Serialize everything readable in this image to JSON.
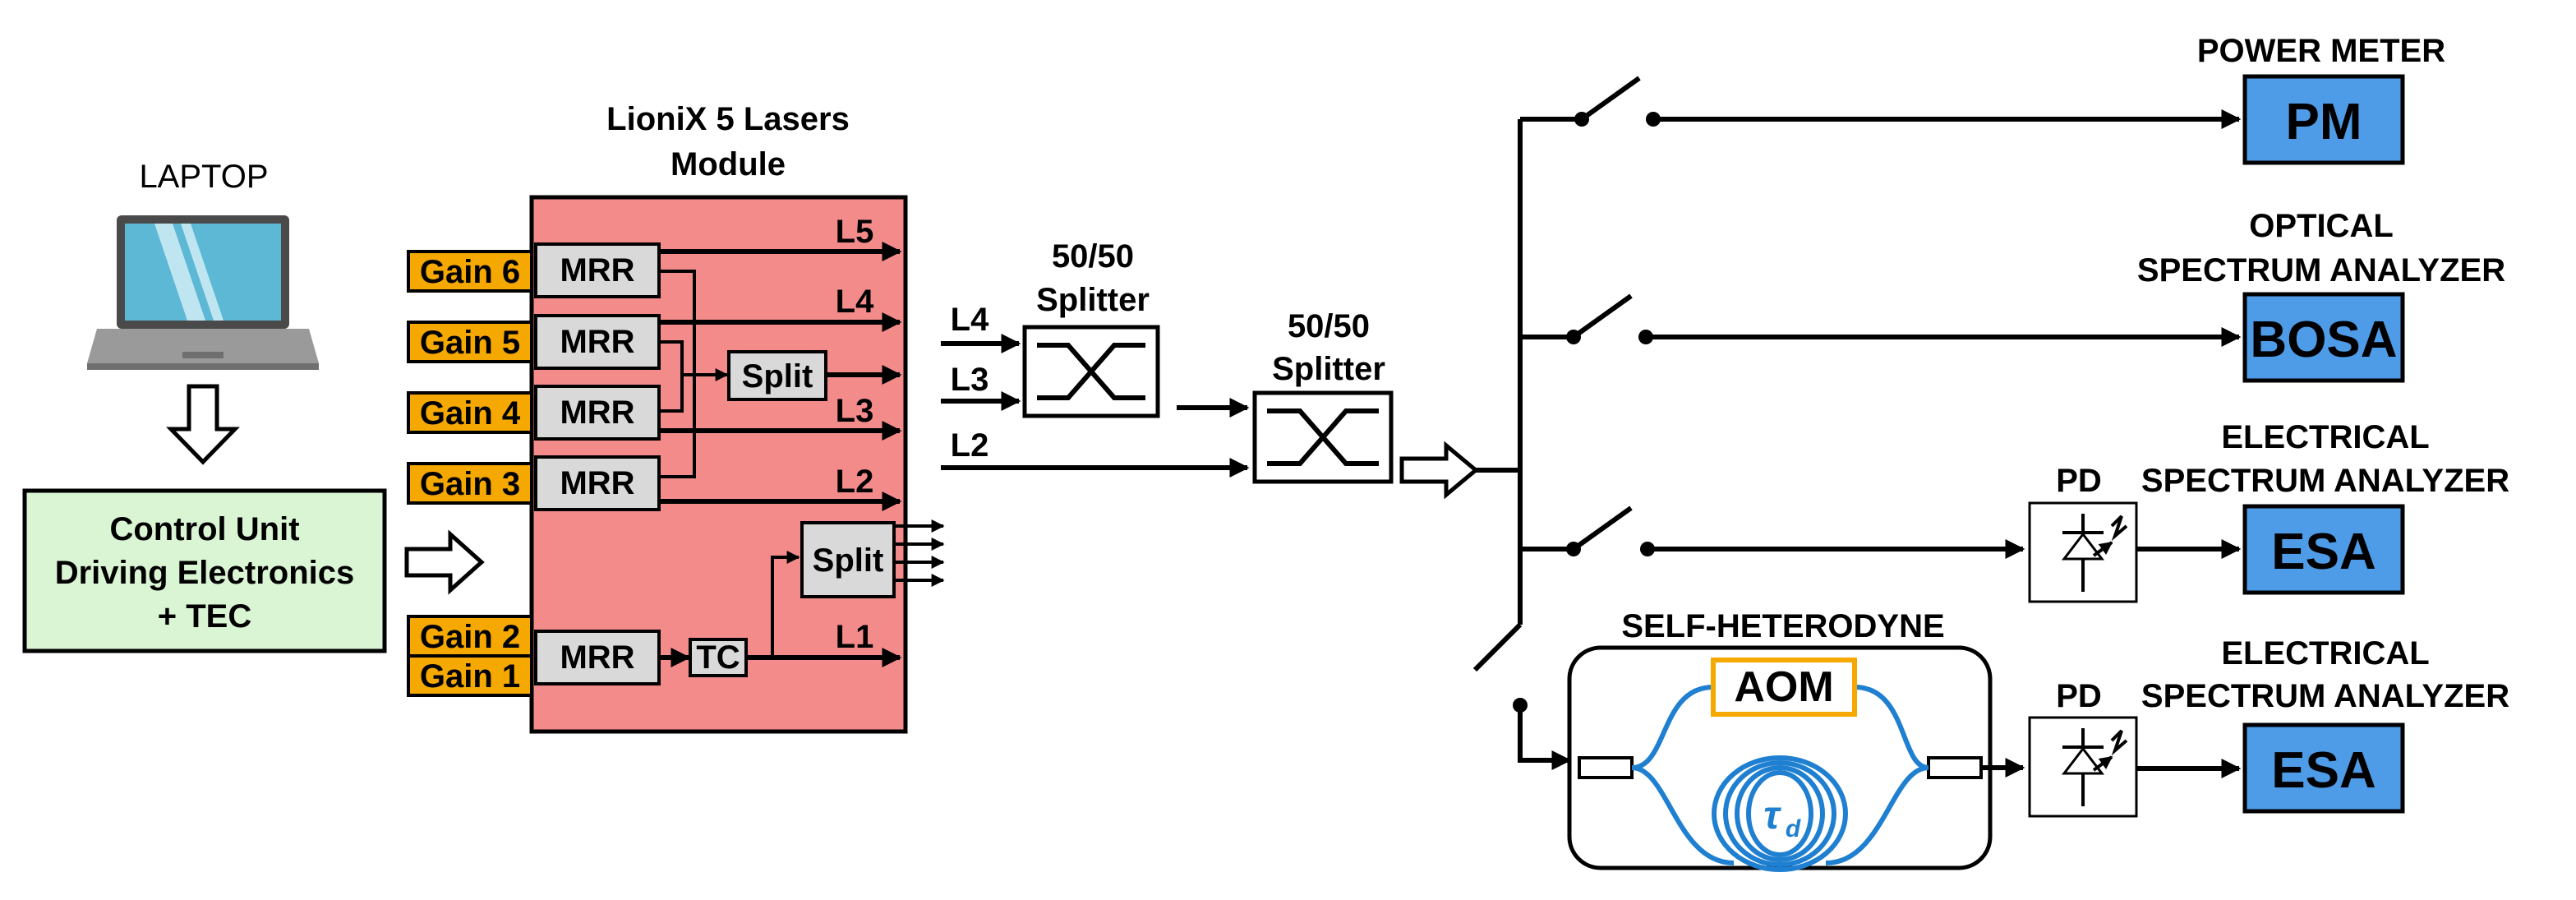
{
  "laptop": {
    "label": "LAPTOP"
  },
  "control_unit": {
    "lines": [
      "Control Unit",
      "Driving Electronics",
      "+ TEC"
    ]
  },
  "module": {
    "title_line1": "LioniX 5 Lasers",
    "title_line2": "Module"
  },
  "gains": [
    "Gain 6",
    "Gain 5",
    "Gain 4",
    "Gain 3",
    "Gain 2",
    "Gain 1"
  ],
  "mrr_label": "MRR",
  "split_label": "Split",
  "tc_label": "TC",
  "outputs": [
    "L5",
    "L4",
    "L3",
    "L2",
    "L1"
  ],
  "splitter1": {
    "title_line1": "50/50",
    "title_line2": "Splitter",
    "inputs": [
      "L4",
      "L3"
    ]
  },
  "splitter2": {
    "title_line1": "50/50",
    "title_line2": "Splitter",
    "input": "L2"
  },
  "instruments": {
    "pm": {
      "title": "POWER METER",
      "label": "PM"
    },
    "osa": {
      "title_line1": "OPTICAL",
      "title_line2": "SPECTRUM ANALYZER",
      "label": "BOSA"
    },
    "esa1": {
      "title_line1": "ELECTRICAL",
      "title_line2": "SPECTRUM ANALYZER",
      "label": "ESA"
    },
    "esa2": {
      "title_line1": "ELECTRICAL",
      "title_line2": "SPECTRUM ANALYZER",
      "label": "ESA"
    }
  },
  "pd_label": "PD",
  "self_heterodyne": {
    "title": "SELF-HETERODYNE",
    "aom_label": "AOM",
    "delay_symbol": "τ",
    "delay_subscript": "d"
  },
  "colors": {
    "gain_fill": "#f5a800",
    "module_fill": "#f48b8b",
    "control_fill": "#d9f5d3",
    "instrument_fill": "#4e9be8",
    "block_fill": "#d9d9d9",
    "fiber": "#1f7fd0",
    "aom_border": "#f5a800"
  }
}
